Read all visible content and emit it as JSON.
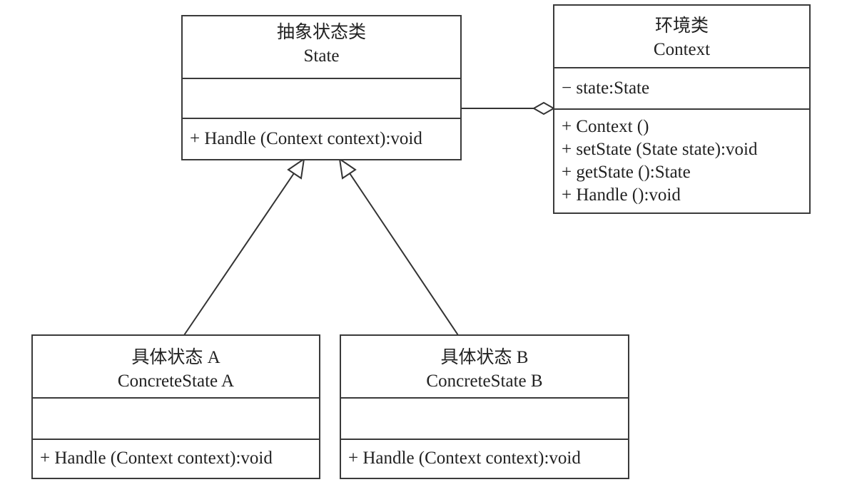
{
  "classes": {
    "state": {
      "name_cn": "抽象状态类",
      "name_en": "State",
      "operations": [
        "+ Handle (Context context):void"
      ]
    },
    "context": {
      "name_cn": "环境类",
      "name_en": "Context",
      "attributes": [
        "− state:State"
      ],
      "operations": [
        "+ Context ()",
        "+ setState (State state):void",
        "+ getState ():State",
        "+ Handle ():void"
      ]
    },
    "concrete_a": {
      "name_cn": "具体状态 A",
      "name_en": "ConcreteState A",
      "operations": [
        "+ Handle (Context context):void"
      ]
    },
    "concrete_b": {
      "name_cn": "具体状态 B",
      "name_en": "ConcreteState B",
      "operations": [
        "+ Handle (Context context):void"
      ]
    }
  },
  "relations": [
    {
      "type": "aggregation",
      "from": "context",
      "to": "state"
    },
    {
      "type": "generalization",
      "from": "concrete_a",
      "to": "state"
    },
    {
      "type": "generalization",
      "from": "concrete_b",
      "to": "state"
    }
  ]
}
